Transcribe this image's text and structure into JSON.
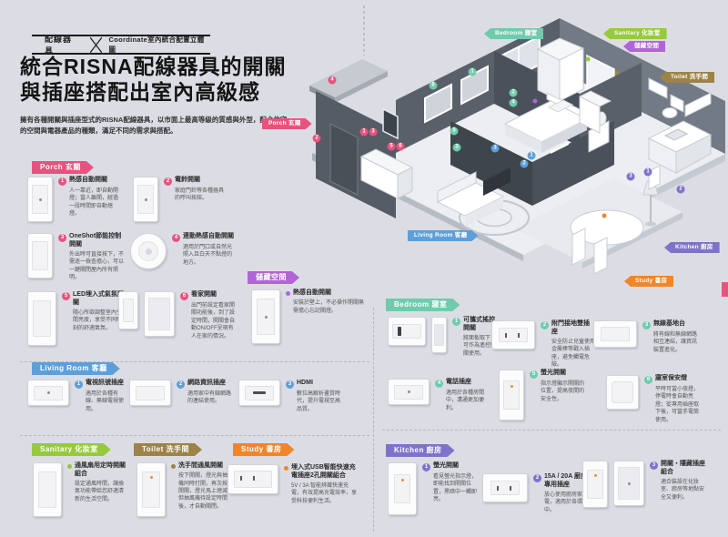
{
  "page": {
    "header": {
      "tag": "配線器具",
      "subtitle": "Coordinate室內統合配置立體圖"
    },
    "title_line1": "統合RISNA配線器具的開關",
    "title_line2": "與插座搭配出室內高級感",
    "intro": "擁有各種開關與插座型式的RISNA配線器具，以市面上最高等級的質感與外型，配合住宅的空間與電器產品的種類，滿足不同的需求與搭配。"
  },
  "colors": {
    "porch": "#e8537e",
    "storage": "#b164d8",
    "living": "#5e9fd9",
    "sanitary": "#97c93d",
    "toilet": "#9d8348",
    "study": "#f0862a",
    "bedroom": "#6fcbac",
    "kitchen": "#7d74c9"
  },
  "sections": [
    {
      "label": "Porch 玄關",
      "items": [
        {
          "num": "1",
          "title": "熱感自動開關",
          "desc": "人一靠近，即自動開燈；當人離開，經過一段時間即自動熄燈。"
        },
        {
          "num": "2",
          "title": "電鈴開關",
          "desc": "家庭門鈴等各種器具的呼叫按鈕。"
        },
        {
          "num": "3",
          "title": "OneShot節能控制開關",
          "desc": "外出時可直接按下，不需逐一檢查擔心，可以一鍵關閉屋內所有照明。"
        },
        {
          "num": "4",
          "title": "連動熱感自動開關",
          "desc": "適用於門口或自然光照入且白天不點燈的地方。"
        },
        {
          "num": "5",
          "title": "LED埋入式氣氛開關",
          "desc": "隨心所欲調整室內空間亮度，享受不同時刻的舒適氣氛。"
        },
        {
          "num": "6",
          "title": "看家開關",
          "desc": "出門前設定看家開關功能後，到了設定時間，開關會自動ON/OFF呈現有人在家的情況。"
        }
      ]
    },
    {
      "label": "儲藏空間",
      "items": [
        {
          "num": "",
          "title": "熱感自動開關",
          "desc": "安裝於壁上，不必操作開關無需擔心忘記關燈。"
        }
      ]
    },
    {
      "label": "Living Room 客廳",
      "items": [
        {
          "num": "1",
          "title": "電視訊號插座",
          "desc": "適用於各種有線、無線電視使用。"
        },
        {
          "num": "2",
          "title": "網路資訊插座",
          "desc": "適用家中有線網路的連結使用。"
        },
        {
          "num": "3",
          "title": "HDMI",
          "desc": "數位高解析畫質時代，提升電視至高品質。"
        }
      ]
    },
    {
      "label": "Sanitary 化妝室",
      "items": [
        {
          "num": "",
          "title": "通風扇用定時開關組合",
          "desc": "設定通風時間，讓換氣功能帶給您舒適清新的生活空間。"
        }
      ]
    },
    {
      "label": "Toilet 洗手間",
      "items": [
        {
          "num": "",
          "title": "洗手間通風開關",
          "desc": "按下開關，燈光與抽風機同時打開，再次按下開關，燈光馬上熄滅，但抽風機待設定時間後，才自動關閉。"
        }
      ]
    },
    {
      "label": "Study 書房",
      "items": [
        {
          "num": "",
          "title": "埋入式USB智能快速充電插座2孔開關組合",
          "desc": "5V / 3A 智能辨識快速充電，有效提高充電效率，享受科技便利生活。"
        }
      ]
    },
    {
      "label": "Bedroom 寢室",
      "items": [
        {
          "num": "1",
          "title": "可攜式搖控開關",
          "desc": "將面板取下，可作為遙控開關使用。"
        },
        {
          "num": "2",
          "title": "附門接地雙插座",
          "desc": "安全防止兒童使用金屬棒等戳入插座，避免觸電危險。"
        },
        {
          "num": "3",
          "title": "無線基地台",
          "desc": "將有線和無線網路相互連結，讓資訊裝置進化。"
        },
        {
          "num": "4",
          "title": "電話插座",
          "desc": "適用於各種房間中，溝通更加便利。"
        },
        {
          "num": "5",
          "title": "螢光開關",
          "desc": "指示燈顯示開關的位置，提高夜間的安全性。"
        },
        {
          "num": "6",
          "title": "寢室保安燈",
          "desc": "平時可當小夜燈，停電時會自動亮燈；從專用插座取下後，可當手電筒使用。"
        }
      ]
    },
    {
      "label": "Kitchen 廚房",
      "items": [
        {
          "num": "1",
          "title": "螢光開關",
          "desc": "看見螢光指示燈，即能找到開關位置，黑暗中一觸即亮。"
        },
        {
          "num": "2",
          "title": "15A / 20A 廚房專用插座",
          "desc": "放心使用廚房家電，適用於各環境中。"
        },
        {
          "num": "3",
          "title": "開關・隱藏插座組合",
          "desc": "適合裝設在化妝室、廚房等地點安全又便利。"
        }
      ]
    }
  ],
  "house": {
    "labels": [
      {
        "text": "Porch 玄關"
      },
      {
        "text": "Bedroom 寢室"
      },
      {
        "text": "Sanitary 化妝室"
      },
      {
        "text": "儲藏空間"
      },
      {
        "text": "Toilet 洗手間"
      },
      {
        "text": "Living Room 客廳"
      },
      {
        "text": "Kitchen 廚房"
      },
      {
        "text": "Study 書房"
      }
    ],
    "markers": [
      {
        "num": "4"
      },
      {
        "num": "2"
      },
      {
        "num": "1"
      },
      {
        "num": "3"
      },
      {
        "num": "5"
      },
      {
        "num": "6"
      },
      {
        "num": "1"
      },
      {
        "num": "6"
      },
      {
        "num": "2"
      },
      {
        "num": "4"
      },
      {
        "num": "5"
      },
      {
        "num": "3"
      },
      {
        "num": "3"
      },
      {
        "num": "1"
      },
      {
        "num": "2"
      },
      {
        "num": "3"
      },
      {
        "num": "1"
      },
      {
        "num": "2"
      }
    ]
  }
}
